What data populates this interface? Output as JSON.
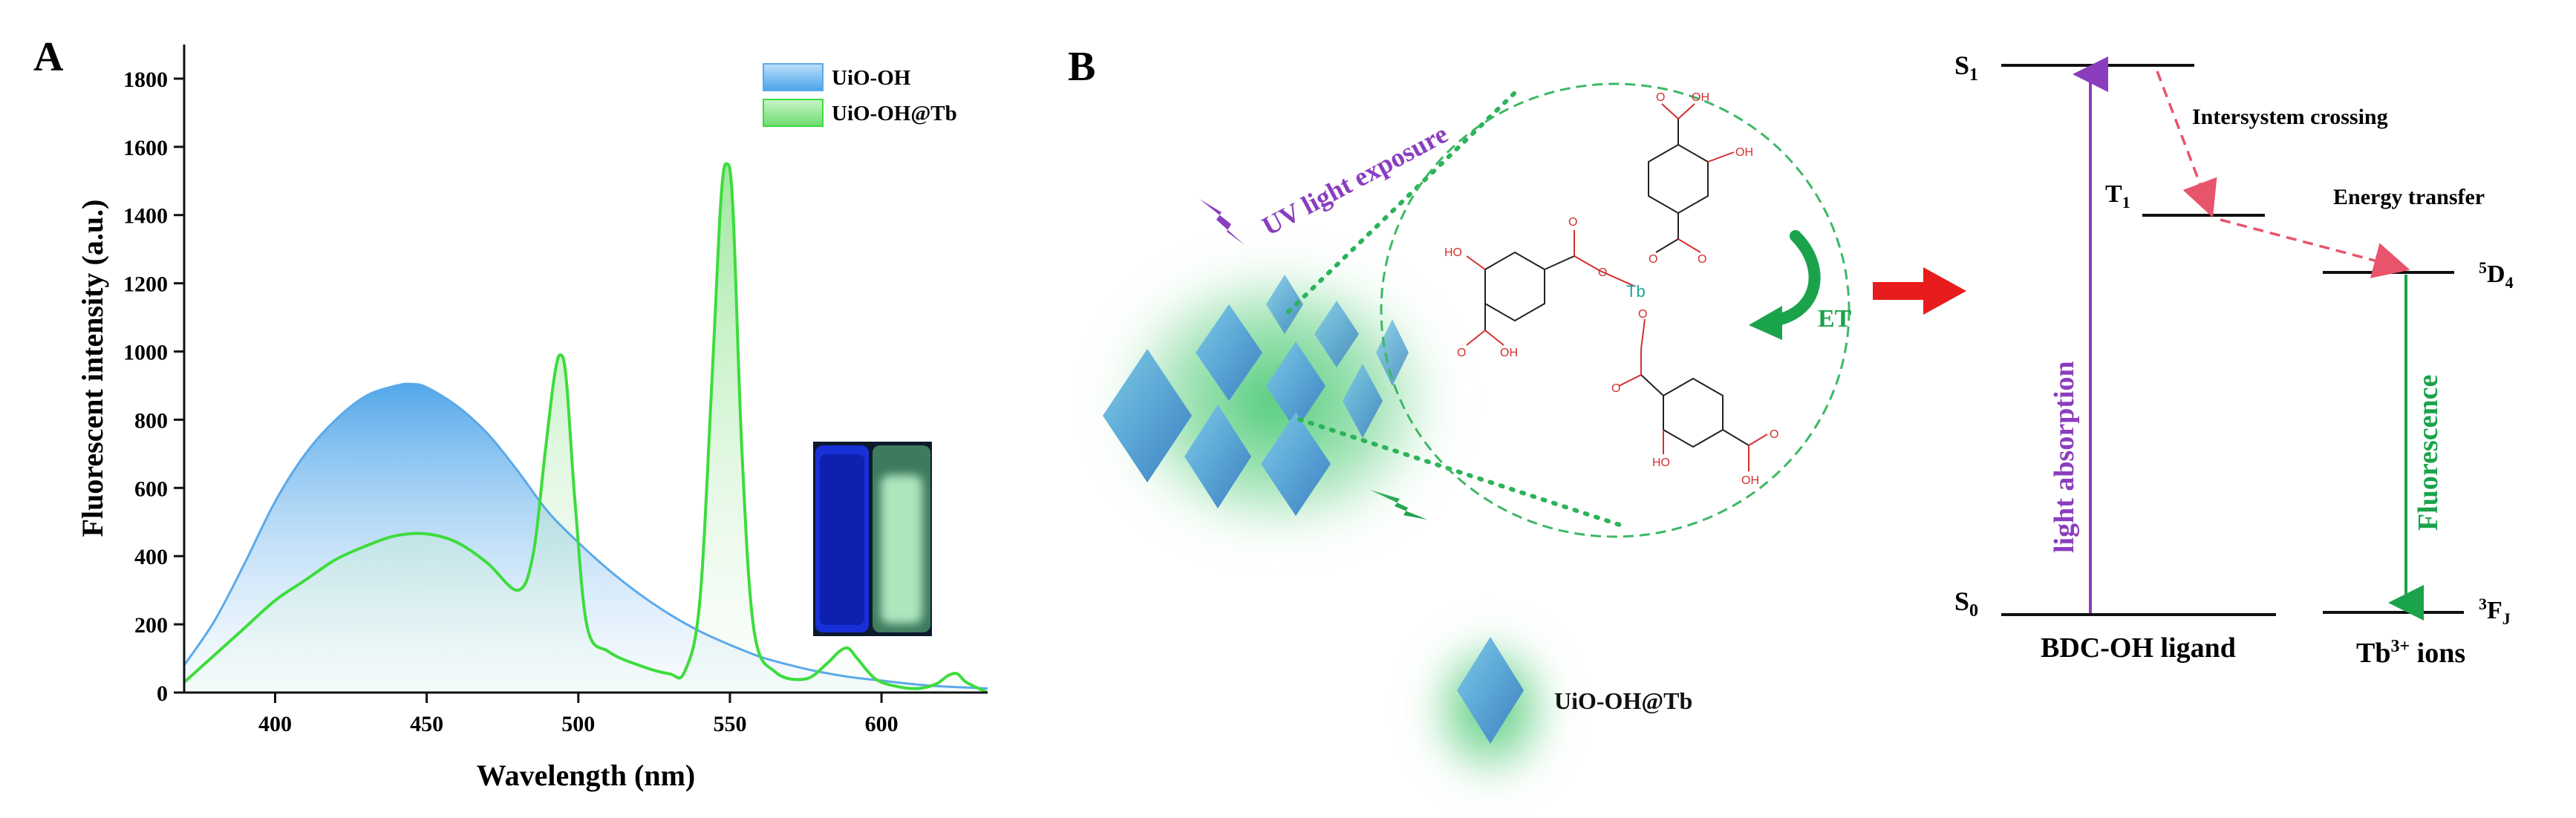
{
  "panel_a": {
    "letter": "A"
  },
  "panel_b": {
    "letter": "B",
    "uv_label": "UV light exposure",
    "et_label": "ET",
    "tb_label": "Tb",
    "mol_o": "O",
    "mol_oh": "OH",
    "mol_ho": "HO",
    "crystal_caption": "UiO-OH@Tb",
    "energy": {
      "s1": "S",
      "s1_sub": "1",
      "s0": "S",
      "s0_sub": "0",
      "t1": "T",
      "t1_sub": "1",
      "d4_sup": "5",
      "d4": "D",
      "d4_sub": "4",
      "f_sup": "3",
      "f": "F",
      "f_sub": "J",
      "intersystem": "Intersystem crossing",
      "energy_transfer": "Energy transfer",
      "light_absorption": "light absorption",
      "fluorescence": "Fluorescence",
      "ligand": "BDC-OH ligand",
      "tb_ions": "Tb",
      "tb_ions_sup": "3+",
      "tb_ions_rest": " ions"
    }
  },
  "colors": {
    "uio_oh": "#5aa9ea",
    "uio_oh_tb": "#3ddc3d",
    "uv_purple": "#8a3dbd",
    "et_green": "#1aa34a",
    "arrow_red": "#e81c1c",
    "dashed_red": "#e8546c",
    "circle_green": "#3db864"
  },
  "chart_data": {
    "type": "area",
    "title": "",
    "xlabel": "Wavelength (nm)",
    "ylabel": "Fluorescent intensity (a.u.)",
    "xlim": [
      370,
      635
    ],
    "ylim": [
      0,
      1900
    ],
    "xticks": [
      400,
      450,
      500,
      550,
      600
    ],
    "yticks": [
      0,
      200,
      400,
      600,
      800,
      1000,
      1200,
      1400,
      1600,
      1800
    ],
    "legend_position": "top-right",
    "series": [
      {
        "name": "UiO-OH",
        "color": "#5aa9ea",
        "x": [
          370,
          380,
          390,
          400,
          410,
          420,
          430,
          440,
          445,
          450,
          460,
          470,
          480,
          490,
          500,
          510,
          520,
          530,
          540,
          550,
          560,
          570,
          580,
          590,
          600,
          610,
          620,
          635
        ],
        "y": [
          80,
          210,
          380,
          560,
          700,
          800,
          870,
          900,
          905,
          895,
          840,
          760,
          650,
          530,
          440,
          360,
          290,
          230,
          180,
          140,
          105,
          80,
          60,
          45,
          35,
          25,
          18,
          12
        ]
      },
      {
        "name": "UiO-OH@Tb",
        "color": "#3ddc3d",
        "x": [
          370,
          380,
          390,
          400,
          410,
          420,
          430,
          440,
          450,
          460,
          470,
          480,
          485,
          489,
          492,
          494,
          496,
          499,
          503,
          510,
          520,
          530,
          535,
          540,
          544,
          547,
          549,
          551,
          554,
          558,
          565,
          575,
          582,
          586,
          589,
          592,
          598,
          605,
          612,
          618,
          622,
          625,
          628,
          635
        ],
        "y": [
          30,
          110,
          190,
          270,
          330,
          390,
          430,
          460,
          465,
          440,
          380,
          300,
          400,
          700,
          920,
          990,
          920,
          550,
          190,
          120,
          80,
          55,
          60,
          260,
          900,
          1440,
          1550,
          1420,
          700,
          180,
          60,
          40,
          85,
          120,
          130,
          100,
          40,
          18,
          12,
          25,
          50,
          55,
          30,
          0
        ]
      }
    ]
  }
}
